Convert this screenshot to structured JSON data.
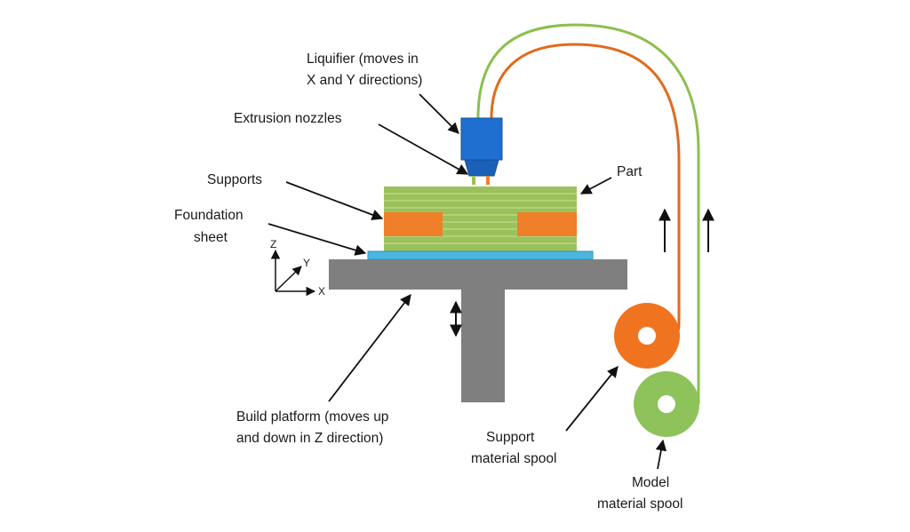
{
  "labels": {
    "liquifier_line1": "Liquifier (moves in",
    "liquifier_line2": "X and Y directions)",
    "nozzles": "Extrusion nozzles",
    "supports": "Supports",
    "part": "Part",
    "foundation_line1": "Foundation",
    "foundation_line2": "sheet",
    "platform_line1": "Build platform (moves up",
    "platform_line2": "and down in Z direction)",
    "support_spool_line1": "Support",
    "support_spool_line2": "material spool",
    "model_spool_line1": "Model",
    "model_spool_line2": "material spool"
  },
  "axes": {
    "z": "Z",
    "y": "Y",
    "x": "X"
  },
  "colors": {
    "part_green": "#9bc15a",
    "part_stripe": "#c9de9a",
    "support_orange": "#f07f2a",
    "support_line": "#e06b1c",
    "model_line": "#8cbf4e",
    "nozzle_blue": "#1f6fd1",
    "sheet_cyan": "#4bb6e0",
    "platform_gray": "#7f7f7f",
    "spool_orange": "#f0741f",
    "spool_green": "#8ec25a"
  }
}
